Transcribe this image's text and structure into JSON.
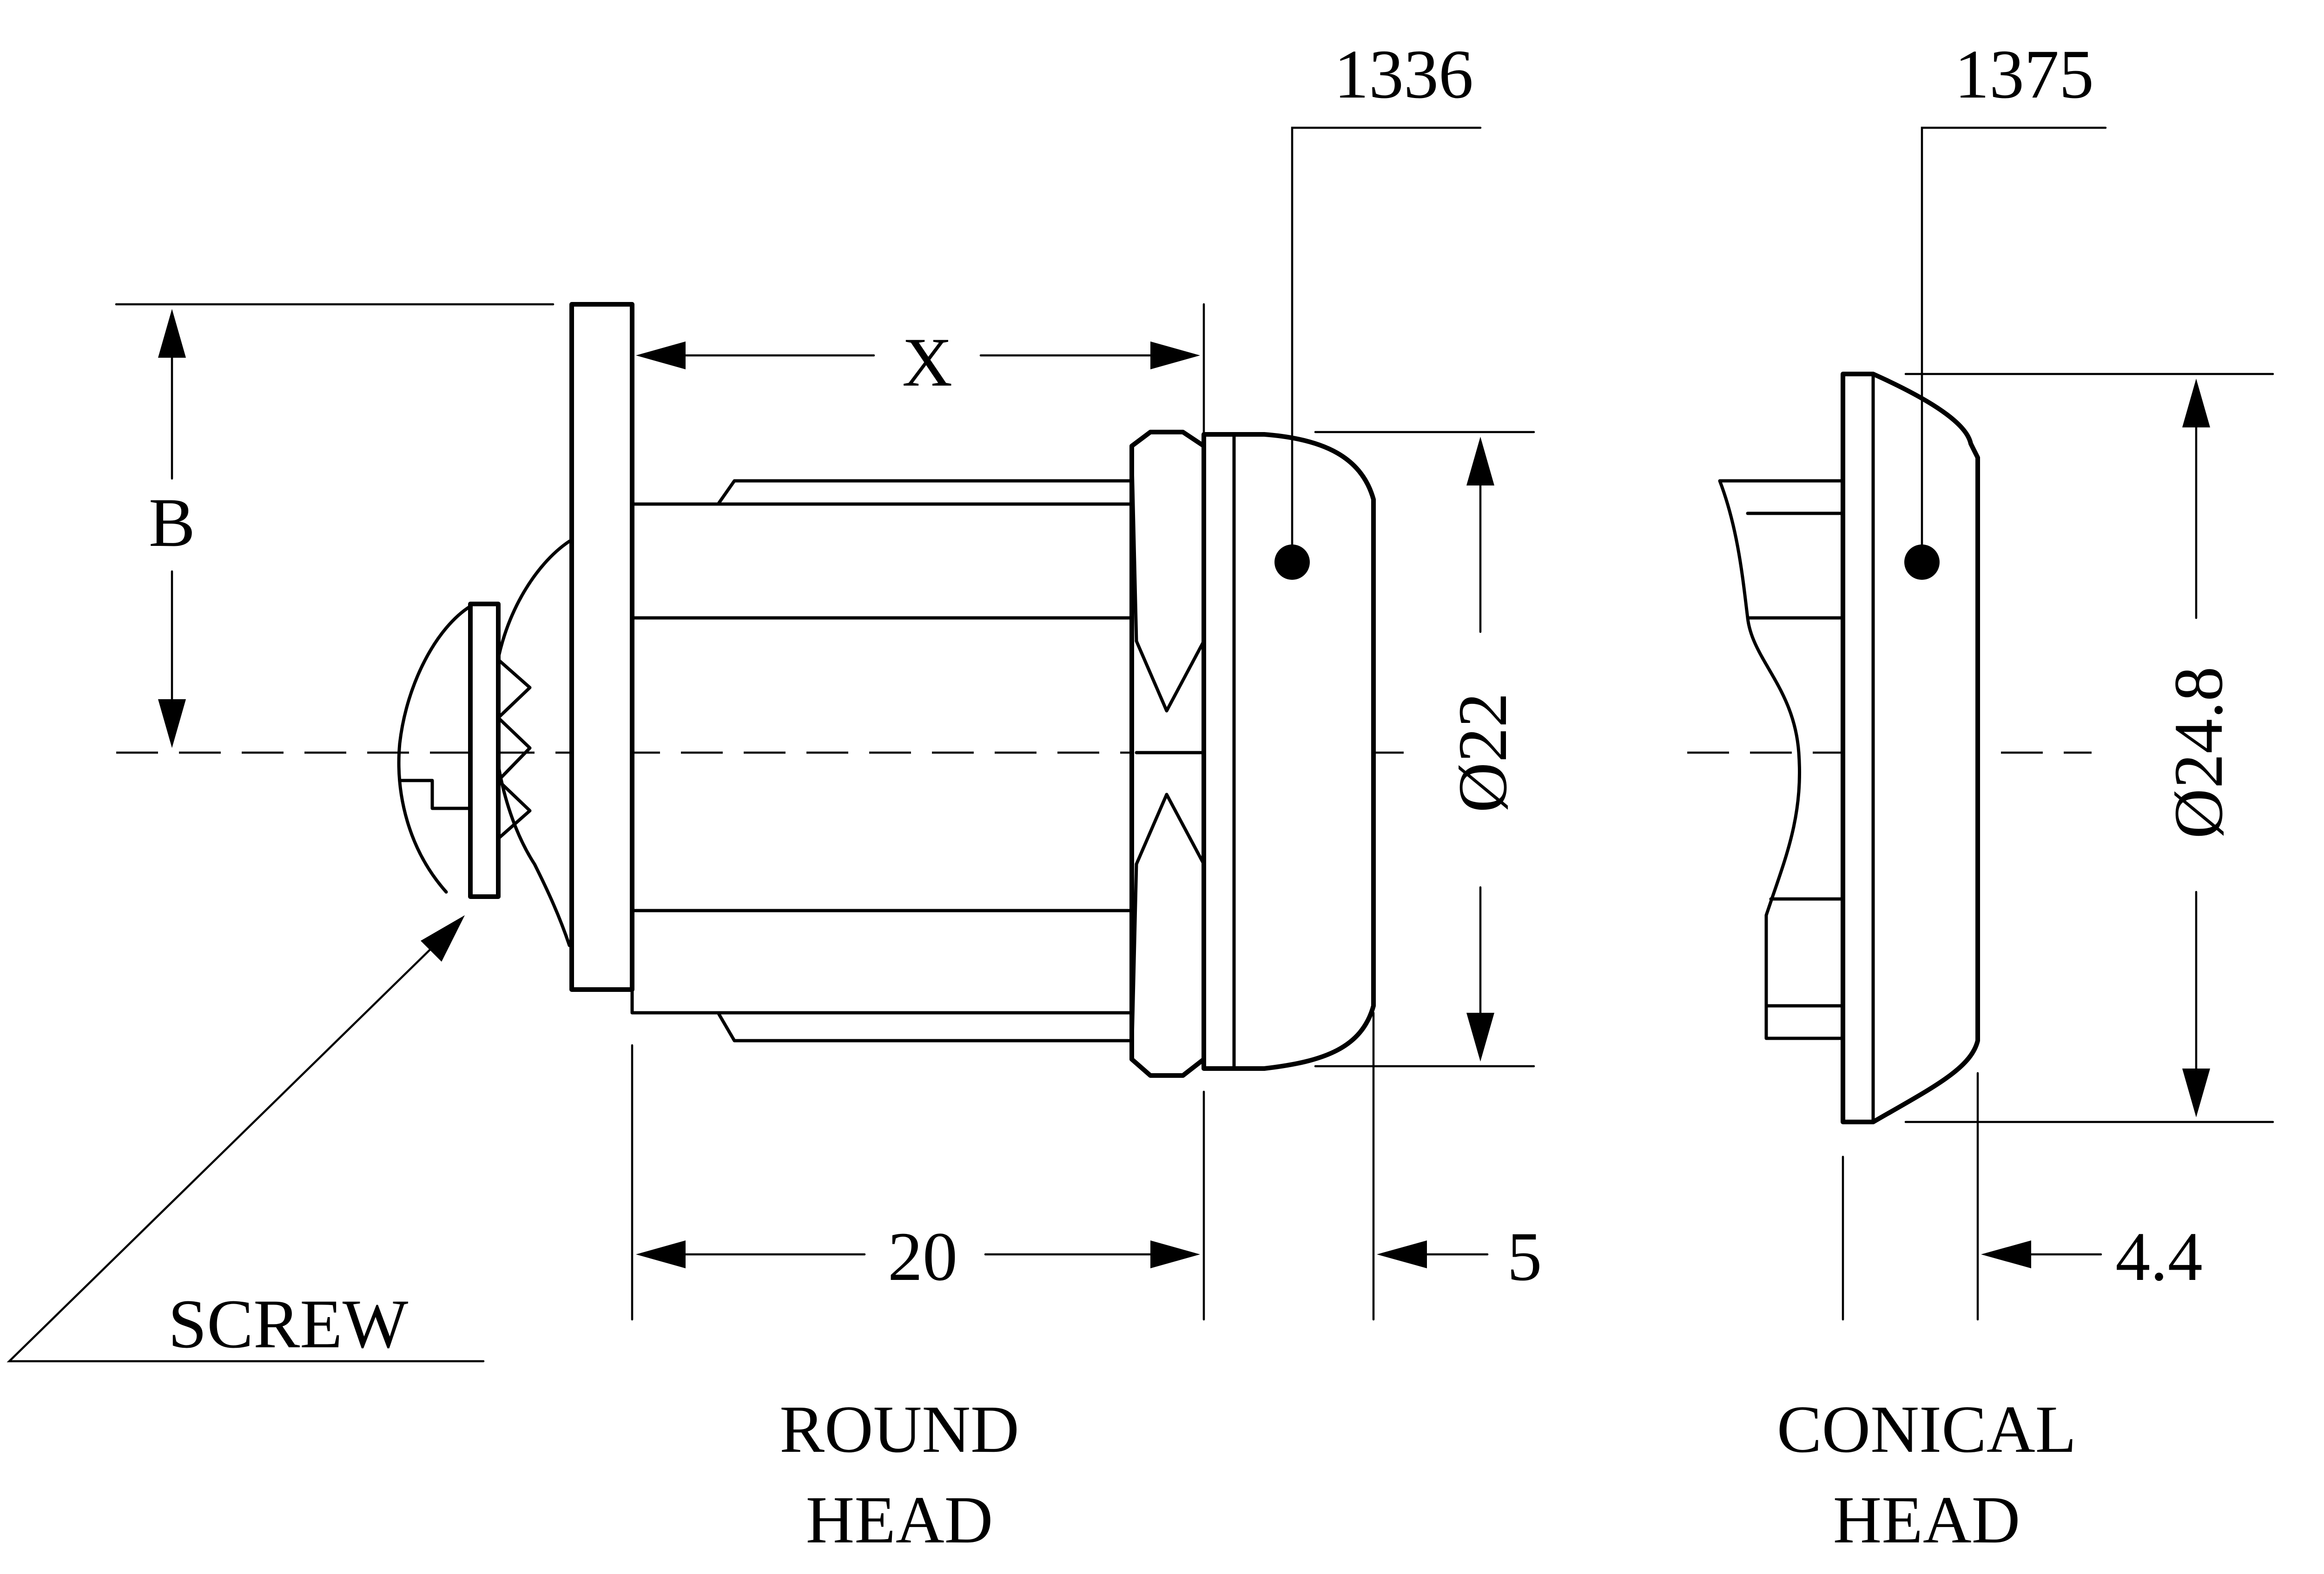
{
  "parts": {
    "round_head_part": "1336",
    "conical_head_part": "1375"
  },
  "dimensions": {
    "flange_height": "B",
    "body_length": "X",
    "thread_length": "20",
    "round_head_diameter": "Ø22",
    "round_head_depth": "5",
    "conical_head_diameter": "Ø24.8",
    "conical_head_depth": "4.4"
  },
  "callouts": {
    "screw": "SCREW"
  },
  "captions": {
    "round_line1": "ROUND",
    "round_line2": "HEAD",
    "conical_line1": "CONICAL",
    "conical_line2": "HEAD"
  }
}
